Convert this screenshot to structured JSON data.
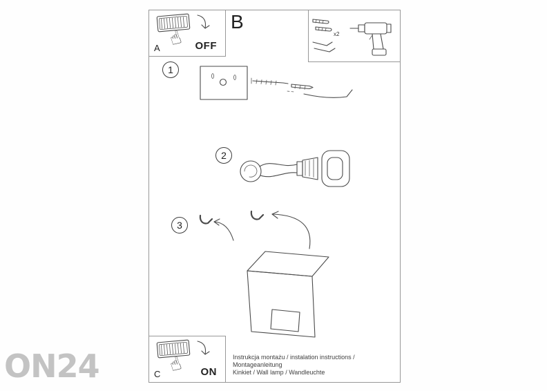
{
  "watermark": {
    "text": "ON24"
  },
  "icons": {
    "pointing_hand": "☝"
  },
  "sections": {
    "a": {
      "label": "A",
      "state": "OFF"
    },
    "b": {
      "label": "B"
    },
    "c": {
      "label": "C",
      "state": "ON"
    }
  },
  "parts": {
    "anchor_count": "x2"
  },
  "steps": [
    {
      "number": "1"
    },
    {
      "number": "2"
    },
    {
      "number": "3"
    }
  ],
  "footer": {
    "line1": "Instrukcja montażu / instalation instructions / Montageanleitung",
    "line2": "Kinkiet / Wall lamp / Wandleuchte"
  }
}
